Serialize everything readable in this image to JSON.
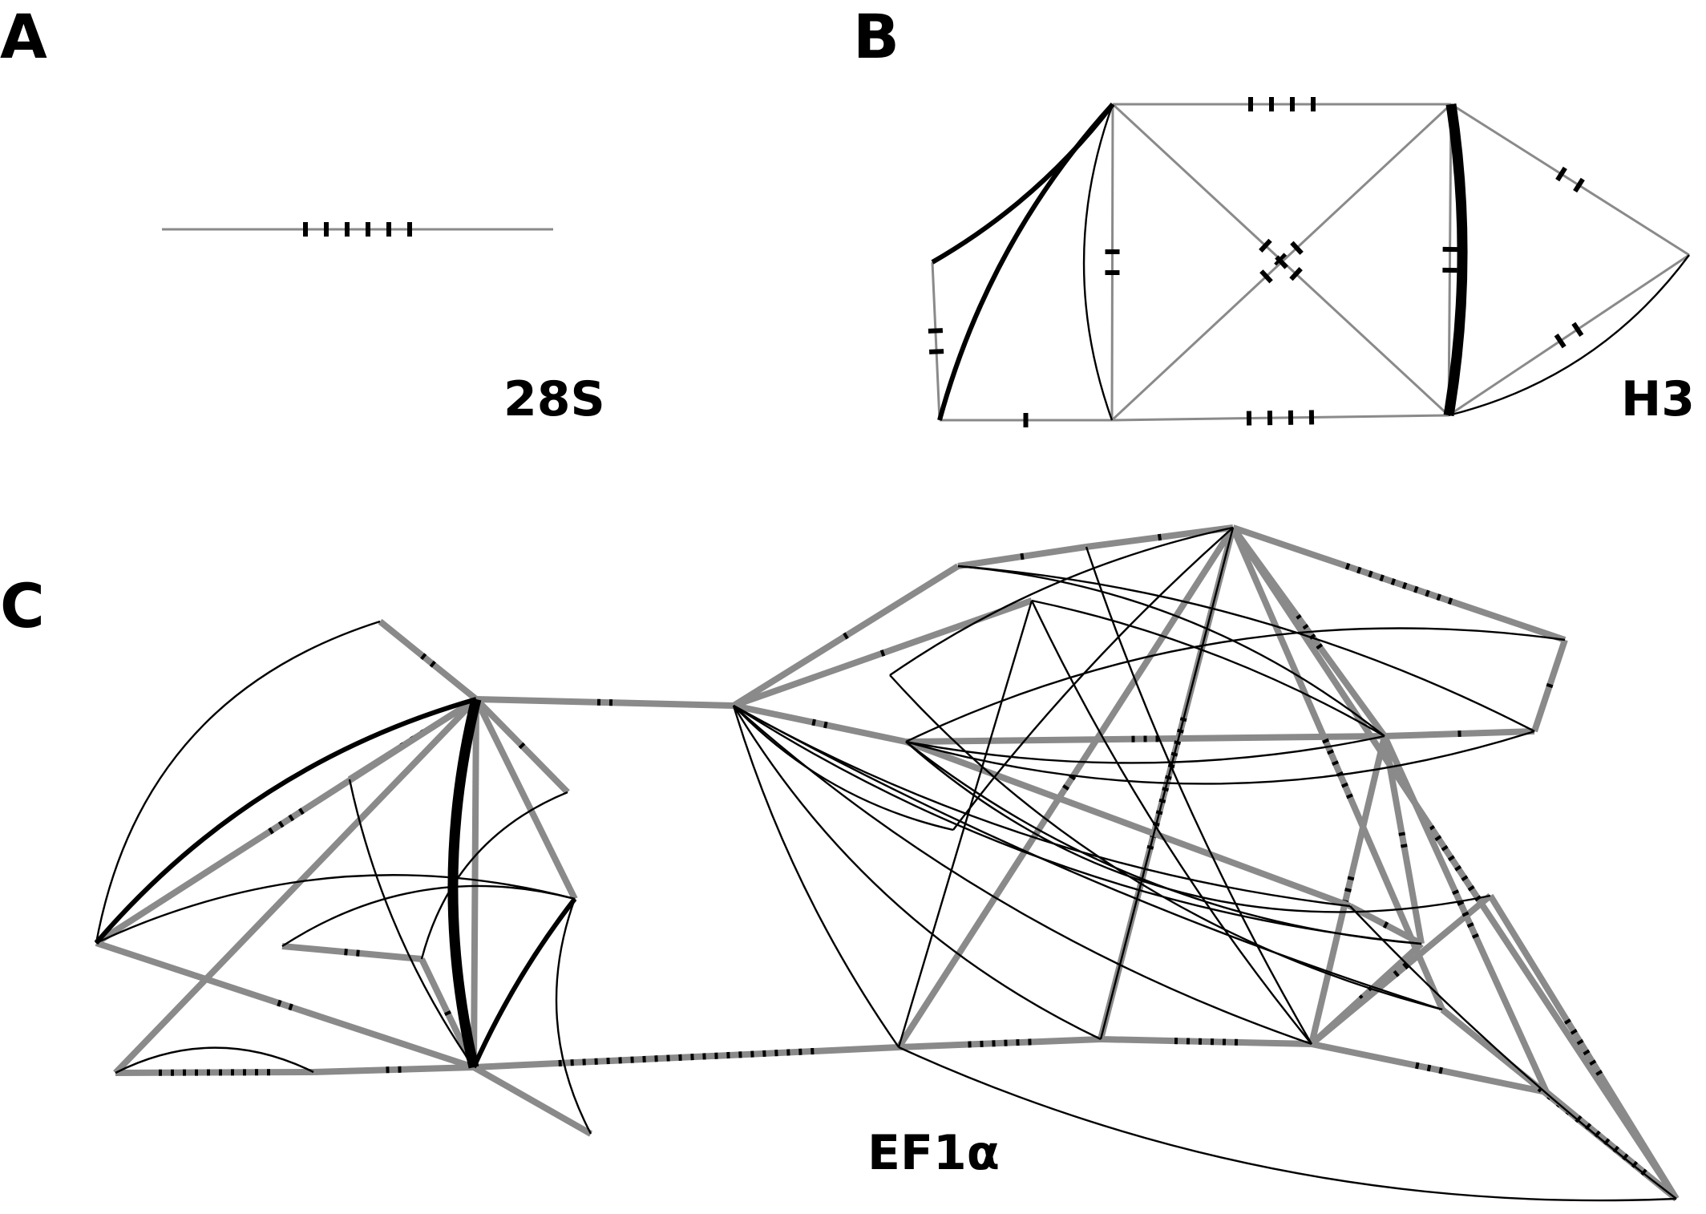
{
  "colors": {
    "blue": "#3e48d1",
    "orange": "#e27021",
    "outline": "#111111",
    "gray_link": "#8a8a8a",
    "black_link": "#000000",
    "tick": "#000000"
  },
  "panels": {
    "A": {
      "letter": "A",
      "gene": "28S"
    },
    "B": {
      "letter": "B",
      "gene": "H3"
    },
    "C": {
      "letter": "C",
      "gene": "EF1α"
    }
  }
}
